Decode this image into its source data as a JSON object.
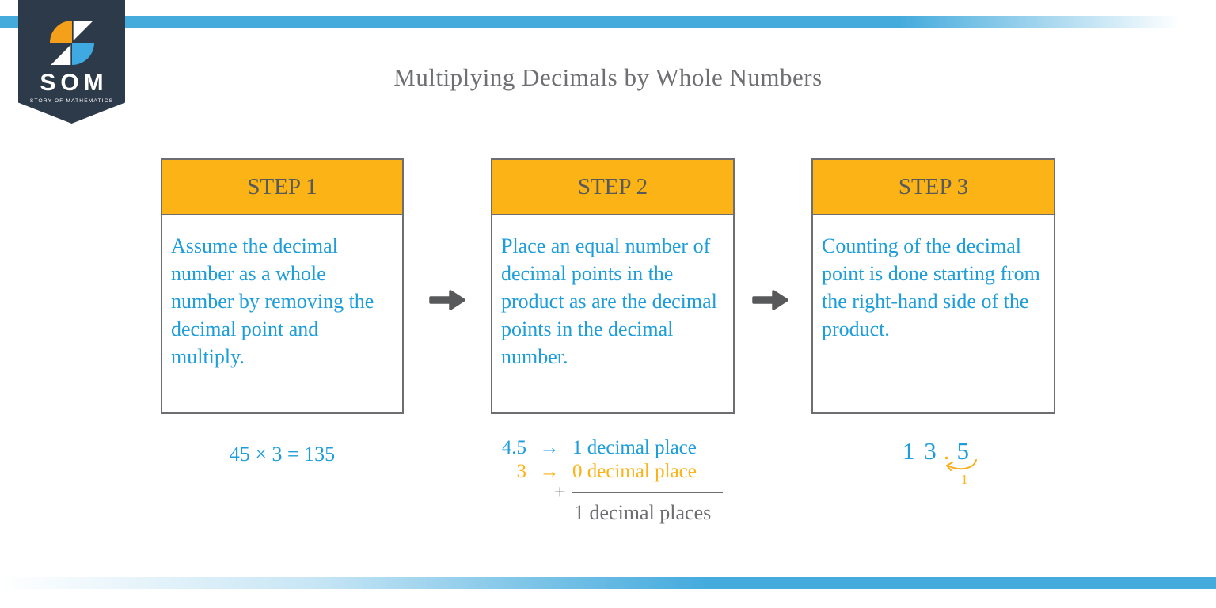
{
  "branding": {
    "logo_text": "SOM",
    "logo_tagline": "STORY OF MATHEMATICS"
  },
  "title": "Multiplying Decimals by Whole Numbers",
  "colors": {
    "stripe_blue": "#45ABDD",
    "header_orange": "#FCB316",
    "text_blue": "#1D9DD9",
    "text_orange": "#FBB316",
    "text_gray": "#6D6E71",
    "step_label_gray": "#58595B",
    "arrow_gray": "#58595B",
    "badge_navy": "#2C3A49",
    "icon_orange": "#F5A01B",
    "icon_blue": "#3FA9E1"
  },
  "steps": [
    {
      "label": "STEP 1",
      "description": "Assume the decimal number as a whole number by removing the decimal point and multiply."
    },
    {
      "label": "STEP 2",
      "description": "Place an equal number of decimal points in the product as are the decimal points in the decimal number."
    },
    {
      "label": "STEP 3",
      "description": "Counting of the decimal point is done starting from the right-hand side of the product."
    }
  ],
  "examples": {
    "step1": "45 × 3 = 135",
    "step2": {
      "rows": [
        {
          "value": "4.5",
          "arrow": "→",
          "label": "1 decimal place"
        },
        {
          "value": "3",
          "arrow": "→",
          "label": "0 decimal place"
        }
      ],
      "plus_sign": "+",
      "total": "1 decimal places"
    },
    "step3": {
      "digits_left": "1 3",
      "decimal_point": ".",
      "digit_right": "5",
      "count_label": "1"
    }
  }
}
